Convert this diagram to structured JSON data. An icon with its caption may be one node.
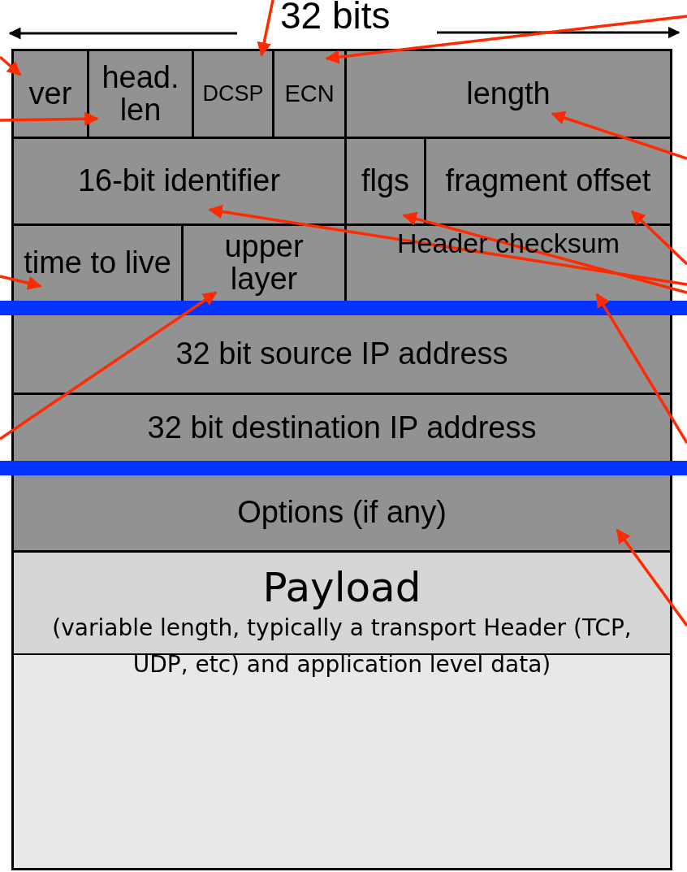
{
  "diagram": {
    "nodes": [
      {
        "text": [
          "ver"
        ]
      },
      {
        "text": [
          "head. len"
        ]
      },
      {
        "text": [
          "DCSP"
        ]
      },
      {
        "text": [
          "ECN"
        ]
      },
      {
        "text": [
          "length"
        ]
      },
      {
        "text": [
          "16-bit identifier"
        ]
      },
      {
        "text": [
          "flgs"
        ]
      },
      {
        "text": [
          "fragment offset"
        ]
      },
      {
        "text": [
          "time to live"
        ]
      },
      {
        "text": [
          "upper layer"
        ]
      },
      {
        "text": [
          "Header checksum"
        ]
      },
      {
        "text": [
          "32 bit source IP address"
        ]
      },
      {
        "text": [
          "32 bit destination IP address"
        ]
      },
      {
        "text": [
          "Options (if any)"
        ]
      },
      {
        "text": [
          "Payload",
          "(variable length, typically a transport Header (TCP, UDP, etc) and application level data)"
        ]
      }
    ],
    "edges": [
      {
        "from": null,
        "to": 0,
        "arrow": "to"
      },
      {
        "from": null,
        "to": 1,
        "arrow": "to"
      },
      {
        "from": null,
        "to": 2,
        "arrow": "to"
      },
      {
        "from": null,
        "to": 3,
        "arrow": "to"
      },
      {
        "from": null,
        "to": 4,
        "arrow": "to"
      },
      {
        "from": null,
        "to": 5,
        "arrow": "to"
      },
      {
        "from": null,
        "to": 6,
        "arrow": "to"
      },
      {
        "from": null,
        "to": 7,
        "arrow": "to"
      },
      {
        "from": null,
        "to": 8,
        "arrow": "to"
      },
      {
        "from": null,
        "to": 9,
        "arrow": "to"
      },
      {
        "from": null,
        "to": 10,
        "arrow": "to"
      },
      {
        "from": null,
        "to": 13,
        "arrow": "to"
      }
    ],
    "labels": [
      "32 bits"
    ]
  }
}
